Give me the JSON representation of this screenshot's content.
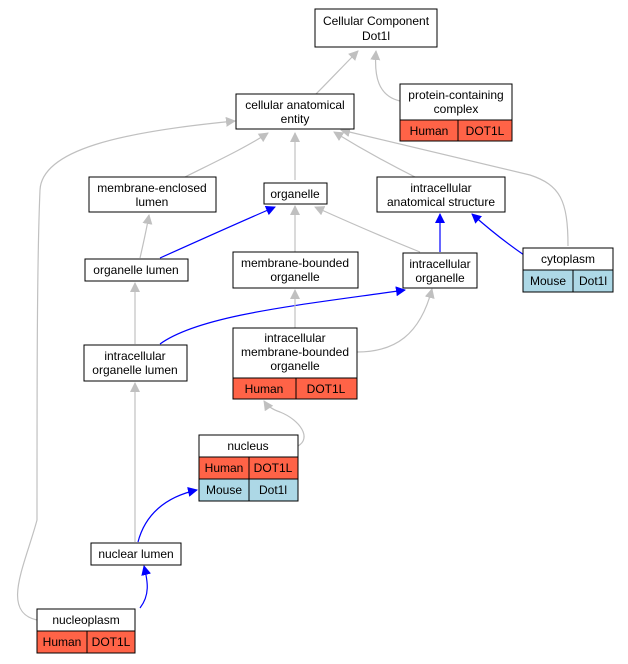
{
  "nodes": {
    "root": {
      "line1": "Cellular Component",
      "line2": "Dot1l"
    },
    "protein_complex": {
      "line1": "protein-containing",
      "line2": "complex",
      "tag1": "Human",
      "tag2": "DOT1L"
    },
    "cellular_entity": {
      "line1": "cellular anatomical",
      "line2": "entity"
    },
    "membrane_enclosed_lumen": {
      "line1": "membrane-enclosed",
      "line2": "lumen"
    },
    "organelle": {
      "line1": "organelle"
    },
    "intracellular_structure": {
      "line1": "intracellular",
      "line2": "anatomical structure"
    },
    "organelle_lumen": {
      "line1": "organelle lumen"
    },
    "membrane_bounded_organelle": {
      "line1": "membrane-bounded",
      "line2": "organelle"
    },
    "intracellular_organelle": {
      "line1": "intracellular",
      "line2": "organelle"
    },
    "cytoplasm": {
      "line1": "cytoplasm",
      "tag1": "Mouse",
      "tag2": "Dot1l"
    },
    "intracellular_organelle_lumen": {
      "line1": "intracellular",
      "line2": "organelle lumen"
    },
    "intracellular_membrane_bounded_organelle": {
      "line1": "intracellular",
      "line2": "membrane-bounded",
      "line3": "organelle",
      "tag1": "Human",
      "tag2": "DOT1L"
    },
    "nucleus": {
      "line1": "nucleus",
      "human_tag1": "Human",
      "human_tag2": "DOT1L",
      "mouse_tag1": "Mouse",
      "mouse_tag2": "Dot1l"
    },
    "nuclear_lumen": {
      "line1": "nuclear lumen"
    },
    "nucleoplasm": {
      "line1": "nucleoplasm",
      "tag1": "Human",
      "tag2": "DOT1L"
    }
  },
  "colors": {
    "human": "#ff6347",
    "mouse": "#add8e6",
    "is_a_edge": "#c0c0c0",
    "part_of_edge": "#0000ff",
    "node_border": "#000000"
  }
}
